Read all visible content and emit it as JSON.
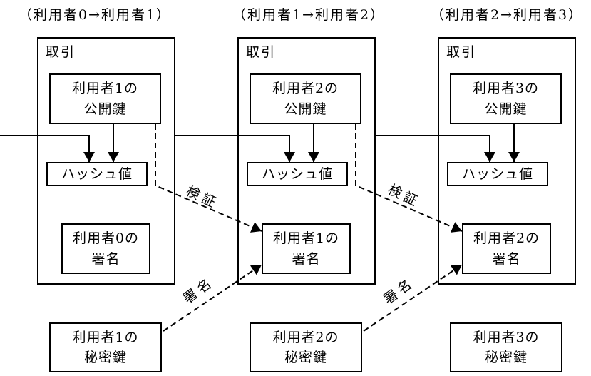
{
  "diagram": {
    "description_type": "blockchain-transaction-chain",
    "blocks": [
      {
        "title": "（利用者0→利用者1）",
        "frame_label": "取引",
        "public_key": "利用者1の\n公開鍵",
        "hash": "ハッシュ値",
        "signature": "利用者0の\n署名",
        "private_key": "利用者1の\n秘密鍵"
      },
      {
        "title": "（利用者1→利用者2）",
        "frame_label": "取引",
        "public_key": "利用者2の\n公開鍵",
        "hash": "ハッシュ値",
        "signature": "利用者1の\n署名",
        "private_key": "利用者2の\n秘密鍵"
      },
      {
        "title": "（利用者2→利用者3）",
        "frame_label": "取引",
        "public_key": "利用者3の\n公開鍵",
        "hash": "ハッシュ値",
        "signature": "利用者2の\n署名",
        "private_key": "利用者3の\n秘密鍵"
      }
    ],
    "arrow_labels": {
      "verify_1": "検証",
      "verify_2": "検証",
      "sign_1": "署名",
      "sign_2": "署名"
    },
    "colors": {
      "line": "#000000",
      "background": "#ffffff"
    }
  }
}
